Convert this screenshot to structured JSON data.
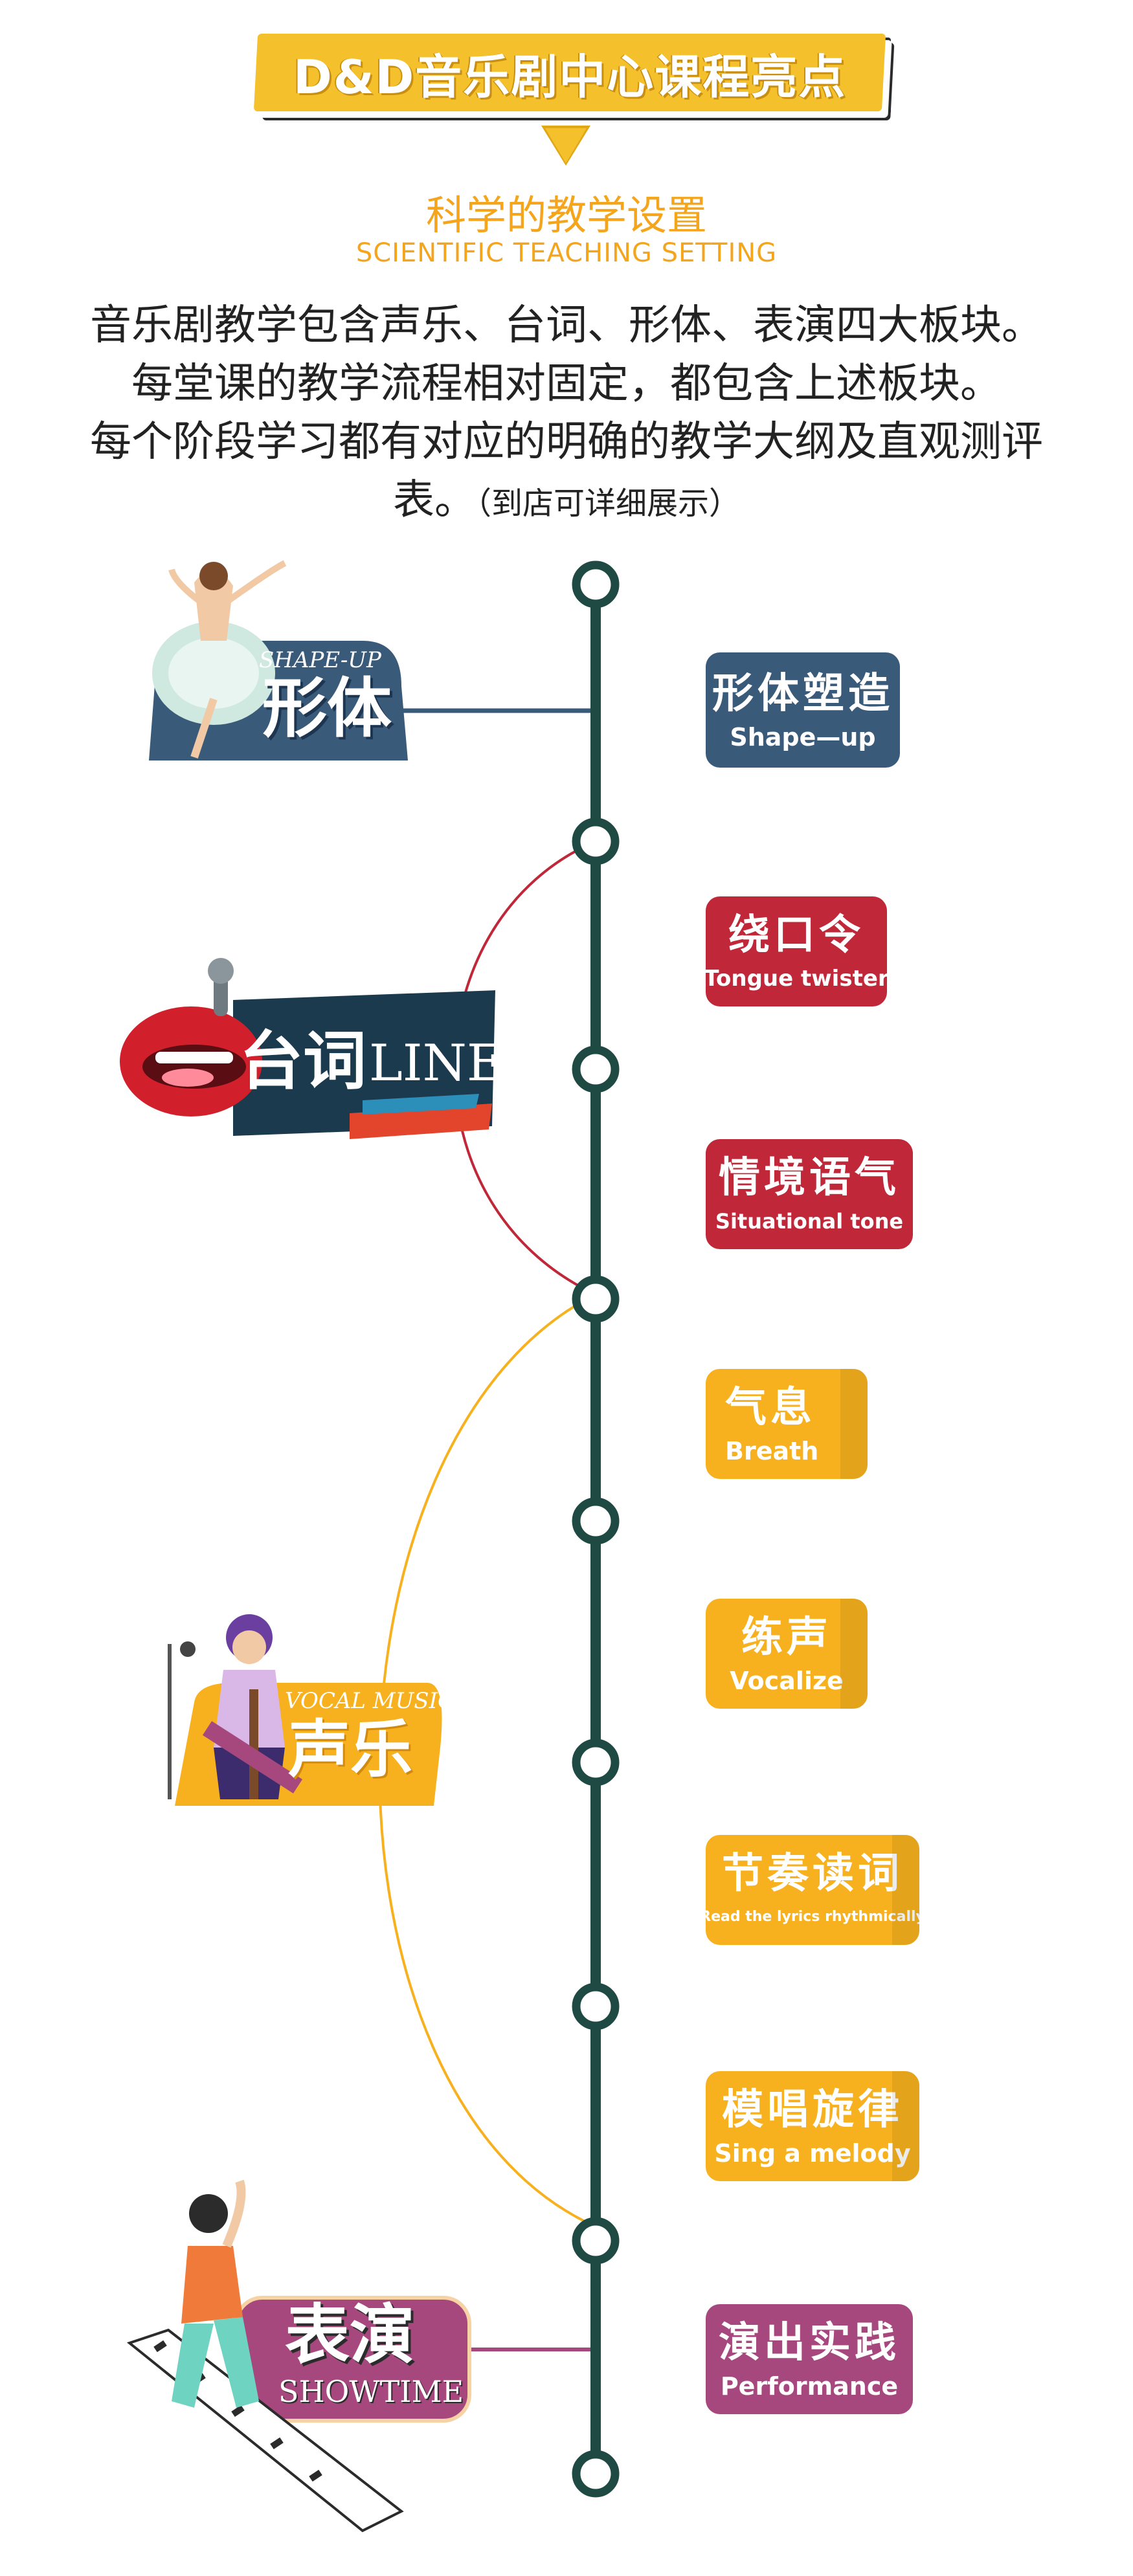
{
  "header": {
    "title": "D&D音乐剧中心课程亮点",
    "subtitle_cn": "科学的教学设置",
    "subtitle_en": "SCIENTIFIC TEACHING SETTING"
  },
  "intro": {
    "line1": "音乐剧教学包含声乐、台词、形体、表演四大板块。",
    "line2": "每堂课的教学流程相对固定，都包含上述板块。",
    "line3": "每个阶段学习都有对应的明确的教学大纲及直观测评",
    "line4_main": "表。",
    "line4_note": "（到店可详细展示）"
  },
  "categories": {
    "shape": {
      "en": "SHAPE-UP",
      "cn": "形体"
    },
    "lines": {
      "en": "LINES",
      "cn": "台词"
    },
    "vocal": {
      "en": "VOCAL MUSIC",
      "cn": "声乐"
    },
    "show": {
      "en": "SHOWTIME",
      "cn": "表演"
    }
  },
  "items": [
    {
      "cn": "形体塑造",
      "en": "Shape—up"
    },
    {
      "cn": "绕口令",
      "en": "Tongue twister"
    },
    {
      "cn": "情境语气",
      "en": "Situational tone"
    },
    {
      "cn": "气息",
      "en": "Breath"
    },
    {
      "cn": "练声",
      "en": "Vocalize"
    },
    {
      "cn": "节奏读词",
      "en": "Read the lyrics rhythmically"
    },
    {
      "cn": "模唱旋律",
      "en": "Sing a melody"
    },
    {
      "cn": "演出实践",
      "en": "Performance"
    }
  ],
  "colors": {
    "accent_yellow": "#f4c02b",
    "subtitle_orange": "#f4a51c",
    "timeline_green": "#1f4a44",
    "blue": "#3a5a7a",
    "red": "#c0283a",
    "yellow": "#f7b11e",
    "purple": "#a6487e"
  }
}
